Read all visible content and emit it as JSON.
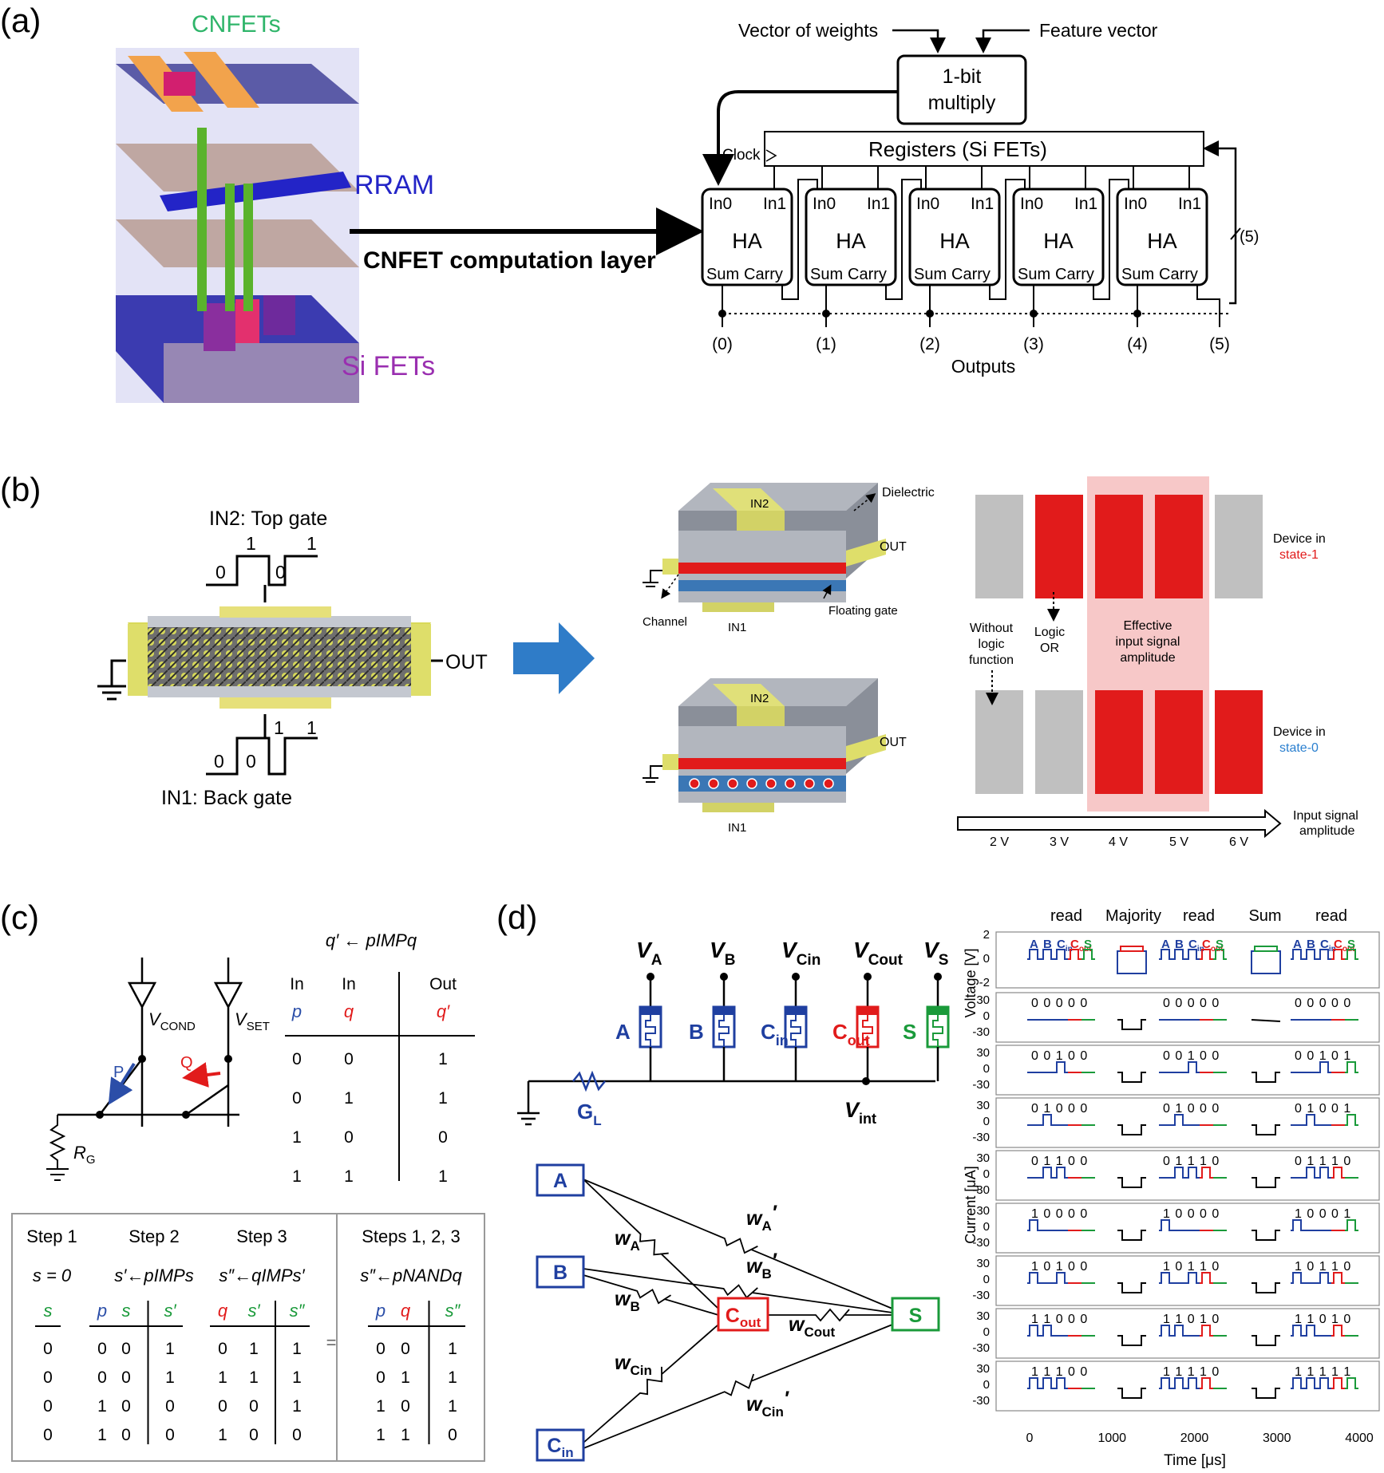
{
  "panels": {
    "a": {
      "label": "(a)",
      "layers": {
        "cnfets": "CNFETs",
        "rram": "RRAM",
        "sifets": "Si FETs"
      },
      "arrow_label": "CNFET computation layer",
      "vector_of_weights": "Vector of weights",
      "feature_vector": "Feature vector",
      "multiply": [
        "1-bit",
        "multiply"
      ],
      "registers": "Registers (Si FETs)",
      "clock": "Clock",
      "ha": {
        "in0": "In0",
        "in1": "In1",
        "name": "HA",
        "sum": "Sum",
        "carry": "Carry"
      },
      "bus_width": "(5)",
      "outputs": [
        "(0)",
        "(1)",
        "(2)",
        "(3)",
        "(4)",
        "(5)"
      ],
      "outputs_title": "Outputs"
    },
    "b": {
      "label": "(b)",
      "top_gate": "IN2: Top gate",
      "back_gate": "IN1: Back gate",
      "out": "OUT",
      "top_levels": [
        "0",
        "1",
        "0",
        "1"
      ],
      "back_levels": [
        "1",
        "1",
        "0",
        "0"
      ],
      "device_labels": {
        "in2": "IN2",
        "in1": "IN1",
        "out": "OUT",
        "dielectric": "Dielectric",
        "channel": "Channel",
        "floating_gate": "Floating gate"
      },
      "state1": [
        "Device in",
        "state-1"
      ],
      "state0": [
        "Device in",
        "state-0"
      ],
      "without_logic": [
        "Without",
        "logic",
        "function"
      ],
      "logic_or": [
        "Logic",
        "OR"
      ],
      "effective": [
        "Effective",
        "input signal",
        "amplitude"
      ],
      "input_amp": [
        "Input signal",
        "amplitude"
      ],
      "voltages": [
        "2 V",
        "3 V",
        "4 V",
        "5 V",
        "6 V"
      ]
    },
    "c": {
      "label": "(c)",
      "vcond": "V",
      "vcond_sub": "COND",
      "vset": "V",
      "vset_sub": "SET",
      "p": "P",
      "q": "Q",
      "rg": "R",
      "rg_sub": "G",
      "imp_title": "q′ ← pIMPq",
      "truth_headers": [
        "In",
        "In",
        "Out"
      ],
      "truth_vars": [
        "p",
        "q",
        "q′"
      ],
      "truth_rows": [
        [
          "0",
          "0",
          "1"
        ],
        [
          "0",
          "1",
          "1"
        ],
        [
          "1",
          "0",
          "0"
        ],
        [
          "1",
          "1",
          "1"
        ]
      ],
      "steps": [
        "Step 1",
        "Step 2",
        "Step 3",
        "Steps 1, 2, 3"
      ],
      "ops": [
        "s = 0",
        "s′←pIMPs",
        "s″←qIMPs′",
        "s″←pNANDq"
      ],
      "vars1": [
        "s"
      ],
      "vars2": [
        "p",
        "s",
        "s′"
      ],
      "vars3": [
        "q",
        "s′",
        "s″"
      ],
      "vars4": [
        "p",
        "q",
        "s″"
      ],
      "eq": "=",
      "rows": [
        [
          [
            "0"
          ],
          [
            "0",
            "0",
            "1"
          ],
          [
            "0",
            "1",
            "1"
          ],
          [
            "0",
            "0",
            "1"
          ]
        ],
        [
          [
            "0"
          ],
          [
            "0",
            "0",
            "1"
          ],
          [
            "1",
            "1",
            "1"
          ],
          [
            "0",
            "1",
            "1"
          ]
        ],
        [
          [
            "0"
          ],
          [
            "1",
            "0",
            "0"
          ],
          [
            "0",
            "0",
            "1"
          ],
          [
            "1",
            "0",
            "1"
          ]
        ],
        [
          [
            "0"
          ],
          [
            "1",
            "0",
            "0"
          ],
          [
            "1",
            "0",
            "0"
          ],
          [
            "1",
            "1",
            "0"
          ]
        ]
      ]
    },
    "d": {
      "label": "(d)",
      "sources": [
        {
          "v": "V",
          "sub": "A",
          "dev": "A",
          "dsub": "",
          "color": "#1f3fa0"
        },
        {
          "v": "V",
          "sub": "B",
          "dev": "B",
          "dsub": "",
          "color": "#1f3fa0"
        },
        {
          "v": "V",
          "sub": "Cin",
          "dev": "C",
          "dsub": "in",
          "color": "#1f3fa0"
        },
        {
          "v": "V",
          "sub": "Cout",
          "dev": "C",
          "dsub": "out",
          "color": "#e11b1b"
        },
        {
          "v": "V",
          "sub": "S",
          "dev": "S",
          "dsub": "",
          "color": "#1a9a3a"
        }
      ],
      "gl": "G",
      "gl_sub": "L",
      "vint": "V",
      "vint_sub": "int",
      "nodes": {
        "a": "A",
        "b": "B",
        "cin": "C",
        "cin_sub": "in",
        "cout": "C",
        "cout_sub": "out",
        "s": "S"
      },
      "weights": [
        {
          "w": "w",
          "sub": "A",
          "prime": ""
        },
        {
          "w": "w",
          "sub": "A",
          "prime": "′"
        },
        {
          "w": "w",
          "sub": "B",
          "prime": "′"
        },
        {
          "w": "w",
          "sub": "B",
          "prime": ""
        },
        {
          "w": "w",
          "sub": "Cout",
          "prime": ""
        },
        {
          "w": "w",
          "sub": "Cin",
          "prime": ""
        },
        {
          "w": "w",
          "sub": "Cin",
          "prime": "′"
        }
      ],
      "phase_labels": [
        "read",
        "Majority",
        "read",
        "Sum",
        "read"
      ],
      "voltage_axis": "Voltage [V]",
      "current_axis": "Current [μA]",
      "time_axis": "Time [μs]",
      "x_ticks": [
        "0",
        "1000",
        "2000",
        "3000",
        "4000"
      ],
      "v_ticks": [
        "2",
        "0",
        "-2"
      ],
      "i_ticks": [
        "30",
        "0",
        "-30"
      ],
      "legend_letters": [
        "A",
        "B",
        "C",
        "C",
        "S"
      ],
      "legend_subs": [
        "",
        "",
        "in",
        "out",
        ""
      ],
      "state_rows": [
        [
          "0 0 0 0 0",
          "0 0 0 0 0",
          "0 0 0 0 0"
        ],
        [
          "0 0 1 0 0",
          "0 0 1 0 0",
          "0 0 1 0 1"
        ],
        [
          "0 1 0 0 0",
          "0 1 0 0 0",
          "0 1 0 0 1"
        ],
        [
          "0 1 1 0 0",
          "0 1 1 1 0",
          "0 1 1 1 0"
        ],
        [
          "1 0 0 0 0",
          "1 0 0 0 0",
          "1 0 0 0 1"
        ],
        [
          "1 0 1 0 0",
          "1 0 1 1 0",
          "1 0 1 1 0"
        ],
        [
          "1 1 0 0 0",
          "1 1 0 1 0",
          "1 1 0 1 0"
        ],
        [
          "1 1 1 0 0",
          "1 1 1 1 0",
          "1 1 1 1 1"
        ]
      ],
      "colors": {
        "blue": "#1f3fa0",
        "red": "#e11b1b",
        "green": "#1a9a3a"
      }
    }
  }
}
